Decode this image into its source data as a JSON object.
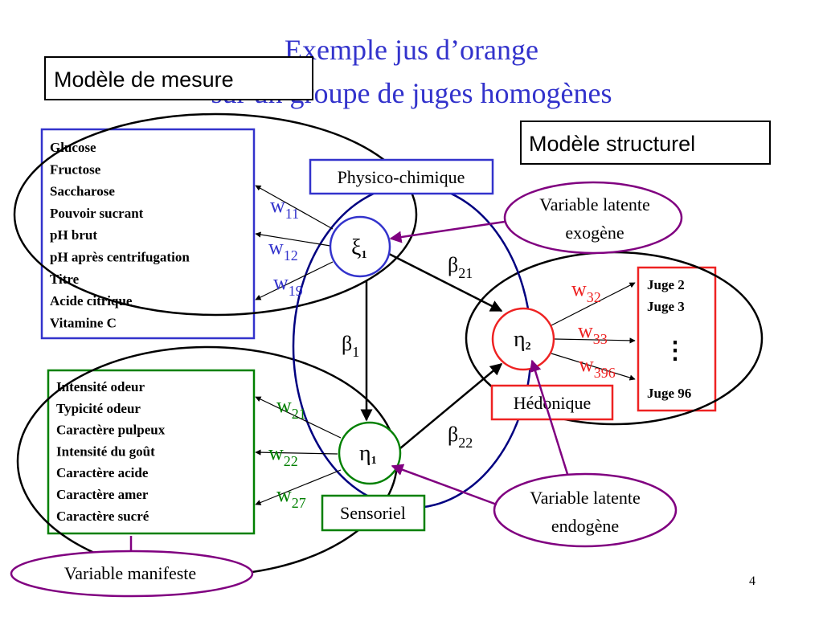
{
  "slide": {
    "title_line1": "Exemple jus d’orange",
    "title_line2": "sur un groupe de juges homogènes",
    "page_number": "4"
  },
  "labels": {
    "measurement_model": "Modèle de mesure",
    "structural_model": "Modèle structurel",
    "physico": "Physico-chimique",
    "hedonique": "Hédonique",
    "sensoriel": "Sensoriel",
    "latent_exogenous_1": "Variable latente",
    "latent_exogenous_2": "exogène",
    "latent_endogenous_1": "Variable latente",
    "latent_endogenous_2": "endogène",
    "manifest": "Variable manifeste"
  },
  "physico_variables": [
    "Glucose",
    "Fructose",
    "Saccharose",
    "Pouvoir sucrant",
    "pH brut",
    "pH après centrifugation",
    "Titre",
    "Acide citrique",
    "Vitamine C"
  ],
  "sensory_variables": [
    "Intensité odeur",
    "Typicité odeur",
    "Caractère pulpeux",
    "Intensité du goût",
    "Caractère acide",
    "Caractère amer",
    "Caractère sucré"
  ],
  "judges": {
    "first": "Juge 2",
    "second": "Juge 3",
    "ellipsis": "⋮",
    "last": "Juge 96"
  },
  "nodes": {
    "xi1": {
      "symbol": "ξ",
      "sub": "1"
    },
    "eta1": {
      "symbol": "η",
      "sub": "1"
    },
    "eta2": {
      "symbol": "η",
      "sub": "2"
    }
  },
  "weights": {
    "w11": {
      "w": "w",
      "sub": "11"
    },
    "w12": {
      "w": "w",
      "sub": "12"
    },
    "w19": {
      "w": "w",
      "sub": "19"
    },
    "w21": {
      "w": "w",
      "sub": "21"
    },
    "w22": {
      "w": "w",
      "sub": "22"
    },
    "w27": {
      "w": "w",
      "sub": "27"
    },
    "w32": {
      "w": "w",
      "sub": "32"
    },
    "w33": {
      "w": "w",
      "sub": "33"
    },
    "w396": {
      "w": "w",
      "sub": "396"
    }
  },
  "betas": {
    "b21": {
      "b": "β",
      "sub": "21"
    },
    "b1": {
      "b": "β",
      "sub": "1"
    },
    "b22": {
      "b": "β",
      "sub": "22"
    }
  },
  "colors": {
    "title": "#3333cc",
    "blue": "#3333cc",
    "green": "#008000",
    "red": "#ee2222",
    "purple": "#800080",
    "navy": "#000080",
    "black": "#000000"
  }
}
